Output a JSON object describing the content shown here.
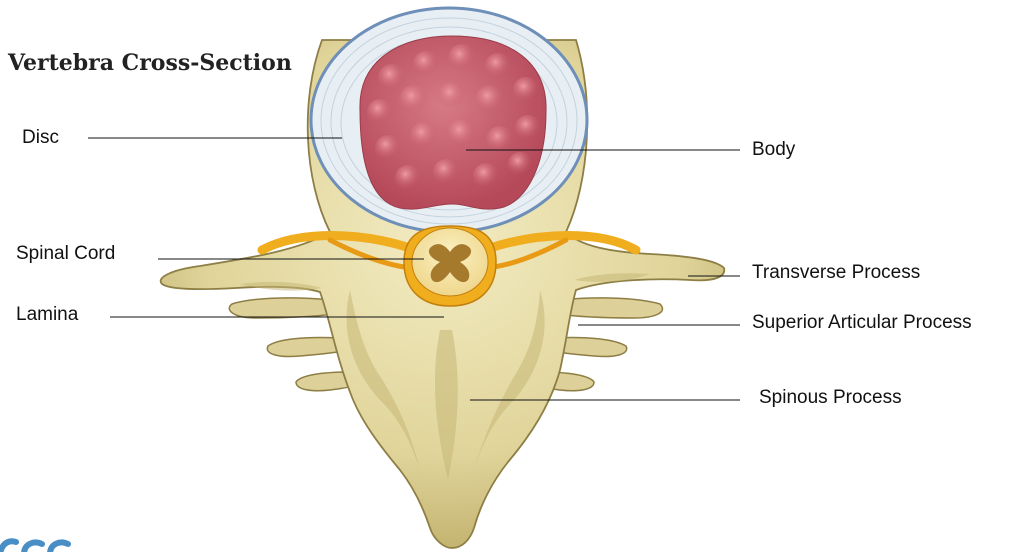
{
  "diagram": {
    "title": "Vertebra Cross-Section",
    "labels": {
      "disc": "Disc",
      "body": "Body",
      "spinal_cord": "Spinal Cord",
      "transverse_process": "Transverse Process",
      "lamina": "Lamina",
      "superior_articular_process": "Superior Articular Process",
      "spinous_process": "Spinous Process"
    },
    "colors": {
      "bone": "#e6dca6",
      "bone_shadow": "#b9ab6b",
      "bone_outline": "#8d7e45",
      "disc": "#e8eff4",
      "disc_outline": "#6e8fb8",
      "nucleus": "#c45a67",
      "nerve": "#f0ad1e",
      "logo": "#4a8ec6"
    }
  }
}
